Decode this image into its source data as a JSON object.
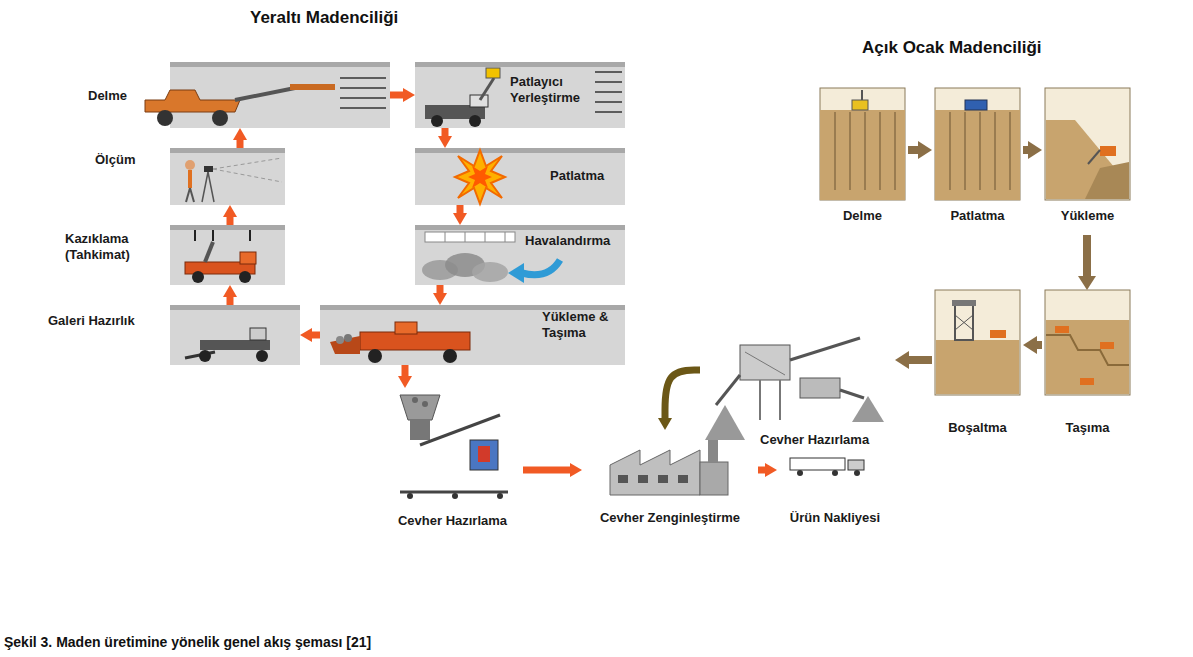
{
  "diagram": {
    "caption": "Şekil 3. Maden üretimine yönelik genel akış şeması [21]",
    "nodes": [
      {
        "text": [
          "Delme"
        ]
      },
      {
        "text": [
          "Patlayıcı Yerleştirme"
        ]
      },
      {
        "text": [
          "Patlatma"
        ]
      },
      {
        "text": [
          "Havalandırma"
        ]
      },
      {
        "text": [
          "Yükleme & Taşıma"
        ]
      },
      {
        "text": [
          "Galeri Hazırlık"
        ]
      },
      {
        "text": [
          "Kazıklama (Tahkimat)"
        ]
      },
      {
        "text": [
          "Ölçüm"
        ]
      },
      {
        "text": [
          "Delme"
        ]
      },
      {
        "text": [
          "Patlatma"
        ]
      },
      {
        "text": [
          "Yükleme"
        ]
      },
      {
        "text": [
          "Taşıma"
        ]
      },
      {
        "text": [
          "Boşaltma"
        ]
      },
      {
        "text": [
          "Cevher Hazırlama"
        ]
      },
      {
        "text": [
          "Cevher Hazırlama"
        ]
      },
      {
        "text": [
          "Cevher Zenginleştirme"
        ]
      },
      {
        "text": [
          "Ürün Nakliyesi"
        ]
      }
    ],
    "edges": [
      {
        "from": 0,
        "to": 1,
        "arrow": "to"
      },
      {
        "from": 1,
        "to": 2,
        "arrow": "to"
      },
      {
        "from": 2,
        "to": 3,
        "arrow": "to"
      },
      {
        "from": 3,
        "to": 4,
        "arrow": "to"
      },
      {
        "from": 4,
        "to": 5,
        "arrow": "to"
      },
      {
        "from": 5,
        "to": 6,
        "arrow": "to"
      },
      {
        "from": 6,
        "to": 7,
        "arrow": "to"
      },
      {
        "from": 7,
        "to": 0,
        "arrow": "to"
      },
      {
        "from": 8,
        "to": 9,
        "arrow": "to"
      },
      {
        "from": 9,
        "to": 10,
        "arrow": "to"
      },
      {
        "from": 10,
        "to": 11,
        "arrow": "to"
      },
      {
        "from": 11,
        "to": 12,
        "arrow": "to"
      },
      {
        "from": 12,
        "to": 13,
        "arrow": "to"
      },
      {
        "from": 13,
        "to": 15,
        "arrow": "to"
      },
      {
        "from": 4,
        "to": 14,
        "arrow": "to"
      },
      {
        "from": 14,
        "to": 15,
        "arrow": "to"
      },
      {
        "from": 15,
        "to": 16,
        "arrow": "to"
      }
    ],
    "labels": [
      "Yeraltı Madenciliği",
      "Açık Ocak Madenciliği"
    ]
  }
}
